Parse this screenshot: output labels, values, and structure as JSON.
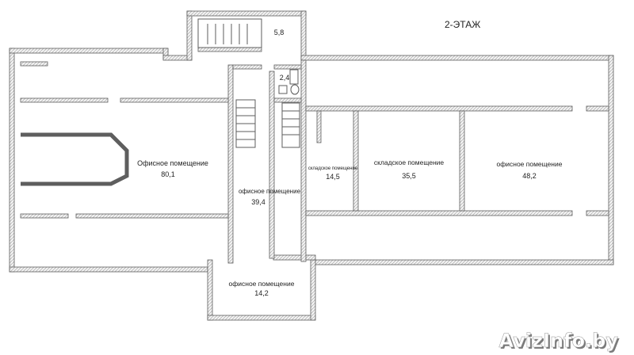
{
  "floor": {
    "title": "2-ЭТАЖ"
  },
  "rooms": [
    {
      "id": "stair",
      "area": "5,8"
    },
    {
      "id": "wc",
      "area": "2,4"
    },
    {
      "id": "office-80",
      "name": "Офисное помещение",
      "area": "80,1"
    },
    {
      "id": "office-39",
      "name": "офисное помещение",
      "area": "39,4"
    },
    {
      "id": "storage-14",
      "name": "складское помещение",
      "area": "14,5"
    },
    {
      "id": "storage-35",
      "name": "складское помещение",
      "area": "35,5"
    },
    {
      "id": "office-48",
      "name": "офисное помещение",
      "area": "48,2"
    },
    {
      "id": "office-14",
      "name": "офисное помещение",
      "area": "14,2"
    }
  ],
  "watermark": {
    "text": "AvizInfo.by"
  },
  "colors": {
    "wall": "#6e6e6e",
    "wall_fill": "#ececec",
    "text": "#222222",
    "watermark": "#ffffff",
    "watermark_shadow": "#7a7a7a"
  }
}
